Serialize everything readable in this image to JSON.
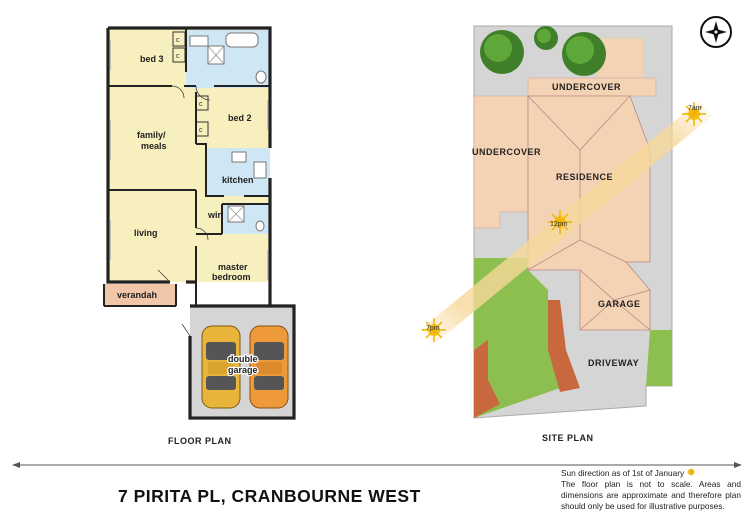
{
  "floor_plan": {
    "heading": "FLOOR PLAN",
    "rooms": {
      "bed3": "bed 3",
      "bed2": "bed 2",
      "family1": "family/",
      "family2": "meals",
      "kitchen": "kitchen",
      "wir": "wir",
      "living": "living",
      "master1": "master",
      "master2": "bedroom",
      "verandah": "verandah",
      "garage1": "double",
      "garage2": "garage",
      "cupboard": "c"
    }
  },
  "site_plan": {
    "heading": "SITE PLAN",
    "labels": {
      "undercover_top": "UNDERCOVER",
      "undercover_left": "UNDERCOVER",
      "residence": "RESIDENCE",
      "garage": "GARAGE",
      "driveway": "DRIVEWAY"
    },
    "sun_times": {
      "morning": "7am",
      "noon": "12pm",
      "evening": "7pm"
    }
  },
  "property_address": "7 PIRITA PL, CRANBOURNE WEST",
  "sun_note": "Sun direction as of 1st of January",
  "disclaimer": "The floor plan is not to scale. Areas and dimensions are approximate and therefore plan should only be used for illustrative purposes.",
  "colors": {
    "room_fill": "#f7efbd",
    "verandah_fill": "#f2c6a8",
    "wet_area_fill": "#cfe6f4",
    "garage_fill": "#d5d5d5",
    "roof_fill": "#f4d2b4",
    "grass": "#8cbf4f",
    "garden_bed": "#c9683e",
    "sun_path": "#f7d89a",
    "car_left": "#e8b53a",
    "car_right": "#ee9a3a"
  },
  "icons": [
    "compass-icon",
    "sun-icon"
  ]
}
